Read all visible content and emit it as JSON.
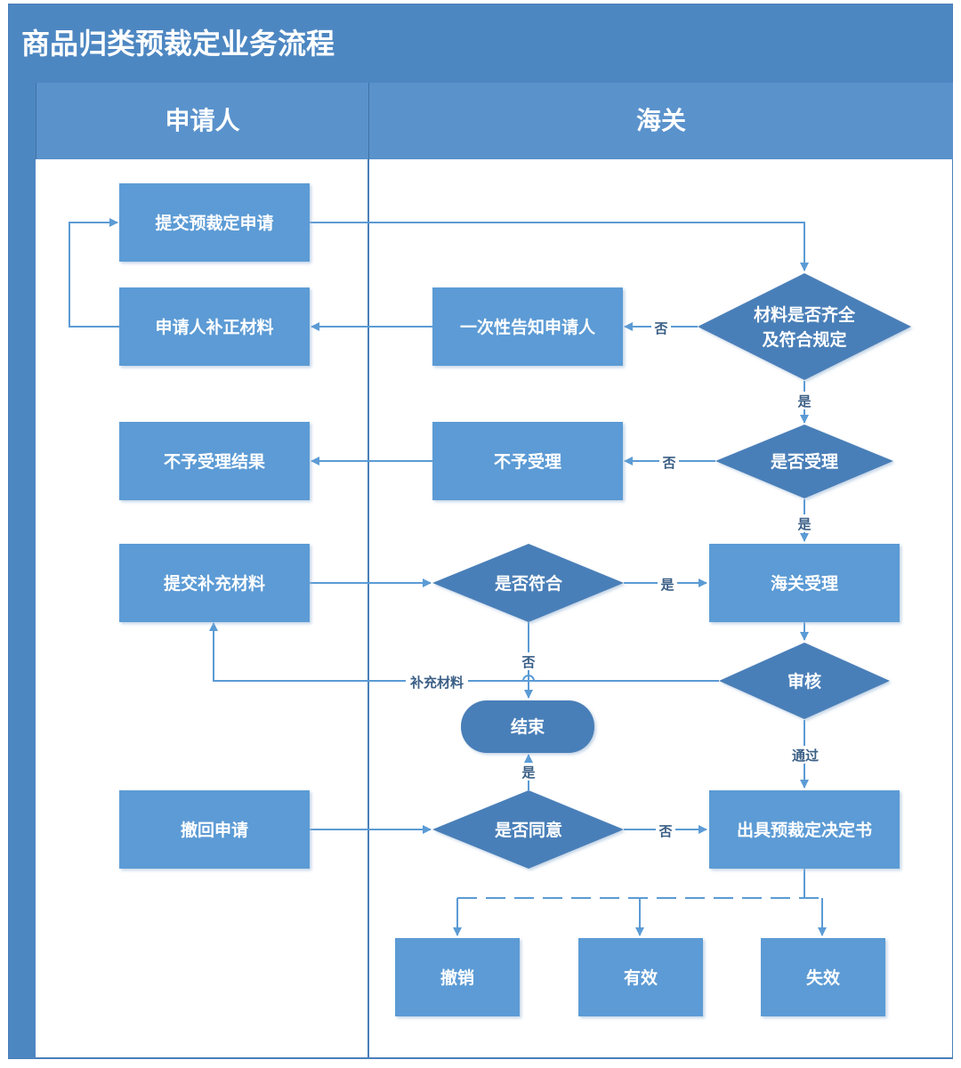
{
  "title": "商品归类预裁定业务流程",
  "lanes": {
    "applicant": "申请人",
    "customs": "海关"
  },
  "nodes": {
    "submit_application": "提交预裁定申请",
    "supplement_materials": "申请人补正材料",
    "notify_once": "一次性告知申请人",
    "check_materials_l1": "材料是否齐全",
    "check_materials_l2": "及符合规定",
    "rejection_result": "不予受理结果",
    "reject": "不予受理",
    "check_accept": "是否受理",
    "submit_additional": "提交补充材料",
    "check_conform": "是否符合",
    "customs_accept": "海关受理",
    "review": "审核",
    "end": "结束",
    "withdraw": "撤回申请",
    "check_agree": "是否同意",
    "issue_ruling": "出具预裁定决定书",
    "revoked": "撤销",
    "valid": "有效",
    "invalid": "失效"
  },
  "edge_labels": {
    "no": "否",
    "yes": "是",
    "supplement": "补充材料",
    "pass": "通过"
  },
  "colors": {
    "header": "#4d87c2",
    "box": "#5b9bd5",
    "diamond": "#4a7fb8",
    "line": "#5b9bd5"
  }
}
